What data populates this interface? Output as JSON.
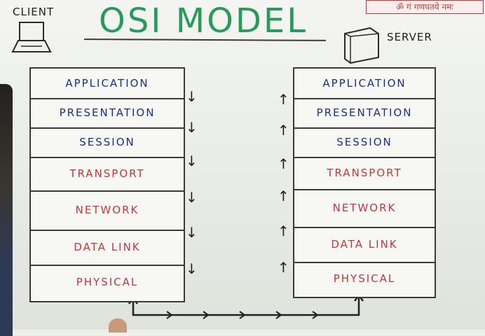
{
  "title": "OSI MODEL",
  "sanskrit_text": "ॐ गं गणपतये नमः",
  "client_label": "CLIENT",
  "server_label": "SERVER",
  "client_layers": [
    {
      "label": "APPLICATION",
      "color": "#1c2f8a"
    },
    {
      "label": "PRESENTATION",
      "color": "#1c2f8a"
    },
    {
      "label": "SESSION",
      "color": "#1c2f8a"
    },
    {
      "label": "TRANSPORT",
      "color": "#c9353a"
    },
    {
      "label": "NETWORK",
      "color": "#c9353a"
    },
    {
      "label": "DATA LINK",
      "color": "#c9353a"
    },
    {
      "label": "PHYSICAL",
      "color": "#c9353a"
    }
  ],
  "server_layers": [
    {
      "label": "APPLICATION",
      "color": "#1c2f8a"
    },
    {
      "label": "PRESENTATION",
      "color": "#1c2f8a"
    },
    {
      "label": "SESSION",
      "color": "#1c2f8a"
    },
    {
      "label": "TRANSPORT",
      "color": "#c9353a"
    },
    {
      "label": "NETWORK",
      "color": "#c9353a"
    },
    {
      "label": "DATA LINK",
      "color": "#c9353a"
    },
    {
      "label": "PHYSICAL",
      "color": "#c9353a"
    }
  ],
  "arrows": {
    "down": "↓",
    "up": "↑"
  },
  "colors": {
    "title": "#2a9a5a",
    "upper_layers": "#1c2f8a",
    "lower_layers": "#c9353a",
    "ink": "#3a3a3a"
  }
}
